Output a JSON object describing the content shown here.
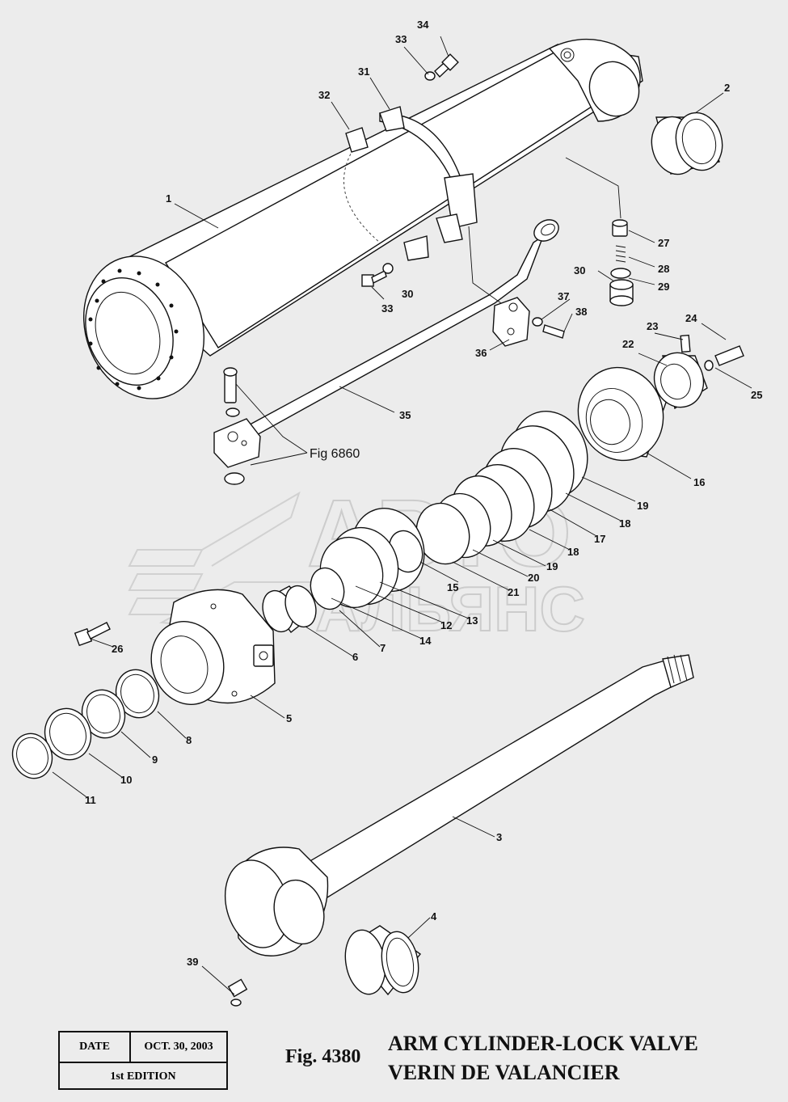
{
  "watermark": {
    "line1": "АВТО",
    "line2": "АЛЬЯНС"
  },
  "reference_label": "Fig 6860",
  "part_labels": [
    "1",
    "2",
    "3",
    "4",
    "5",
    "6",
    "7",
    "8",
    "9",
    "10",
    "11",
    "12",
    "13",
    "14",
    "15",
    "16",
    "17",
    "18",
    "18",
    "19",
    "19",
    "20",
    "21",
    "22",
    "23",
    "24",
    "25",
    "26",
    "27",
    "28",
    "29",
    "30",
    "30",
    "31",
    "32",
    "33",
    "33",
    "34",
    "35",
    "36",
    "37",
    "38",
    "39"
  ],
  "title_block": {
    "date_label": "DATE",
    "date_value": "OCT. 30, 2003",
    "edition": "1st EDITION"
  },
  "figure": {
    "number": "Fig. 4380",
    "title_en": "ARM CYLINDER-LOCK VALVE",
    "title_fr": "VERIN DE VALANCIER"
  }
}
